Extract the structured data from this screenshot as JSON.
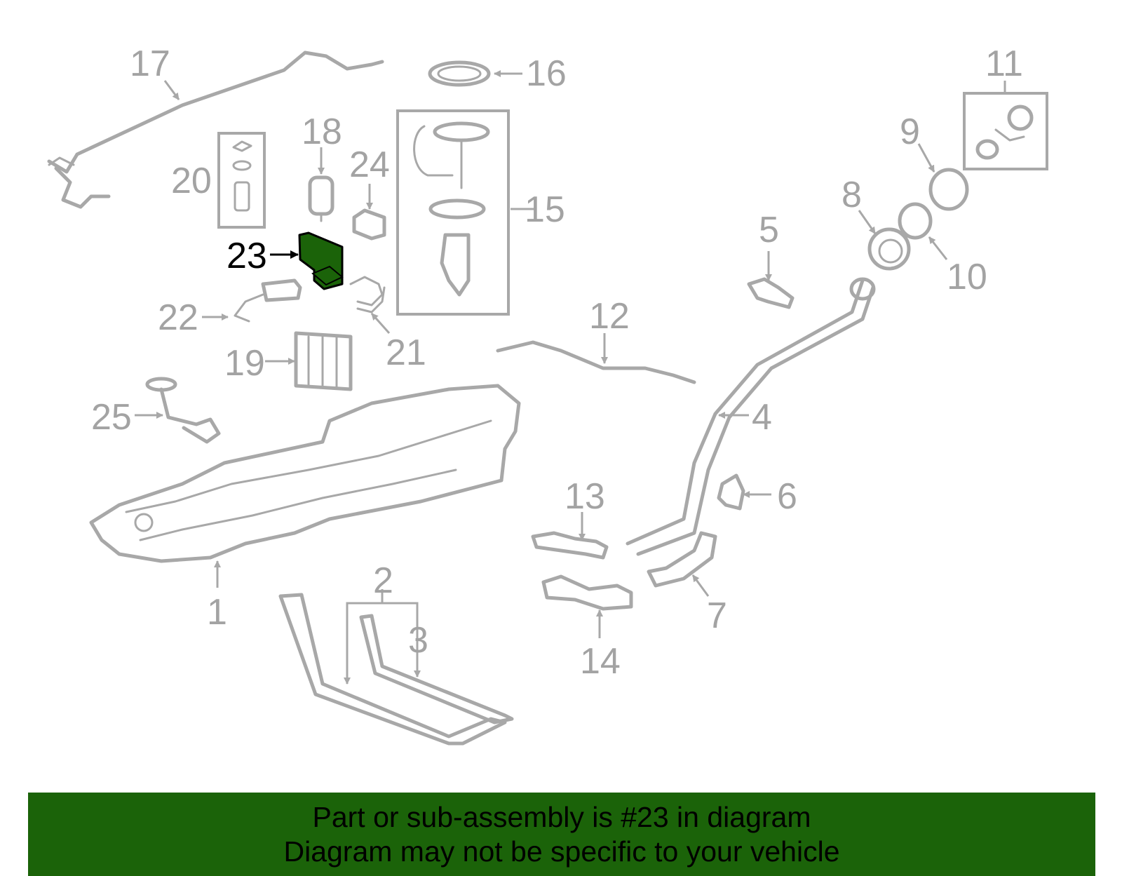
{
  "diagram": {
    "highlight_color": "#1b6309",
    "highlighted_part": "23",
    "callouts": [
      "1",
      "2",
      "3",
      "4",
      "5",
      "6",
      "7",
      "8",
      "9",
      "10",
      "11",
      "12",
      "13",
      "14",
      "15",
      "16",
      "17",
      "18",
      "19",
      "20",
      "21",
      "22",
      "23",
      "24",
      "25"
    ]
  },
  "banner": {
    "background": "#1b6309",
    "line1": "Part or sub-assembly is #23 in diagram",
    "line2": "Diagram may not be specific to your vehicle"
  }
}
